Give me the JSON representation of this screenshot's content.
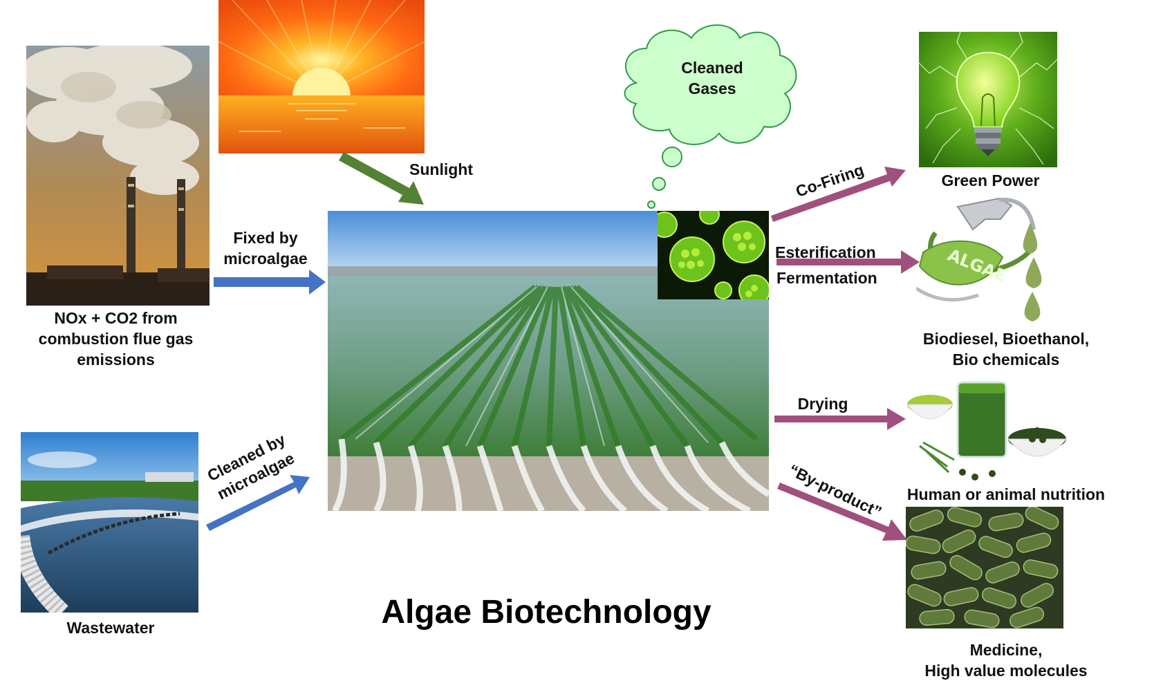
{
  "title": "Algae Biotechnology",
  "inputs": {
    "flue_gas": "NOx + CO2 from\ncombustion flue gas\nemissions",
    "fixed": "Fixed by\nmicroalgae",
    "sunlight": "Sunlight",
    "cleaned_gases": "Cleaned\nGases",
    "wastewater": "Wastewater",
    "cleaned": "Cleaned by\nmicroalgae"
  },
  "processes": {
    "co_firing": "Co-Firing",
    "esterification": "Esterification",
    "fermentation": "Fermentation",
    "drying": "Drying",
    "by_product": "“By-product”"
  },
  "outputs": {
    "green_power": "Green Power",
    "algae_logo": "ALGAE",
    "biofuels": "Biodiesel, Bioethanol,\nBio chemicals",
    "nutrition": "Human or animal nutrition",
    "medicine": "Medicine,\nHigh value molecules"
  },
  "colors": {
    "blue_arrow": "#4472c4",
    "green_arrow": "#548235",
    "purple_arrow": "#a0507d",
    "cloud_fill": "#ccffcc",
    "cloud_stroke": "#2e9a4a"
  }
}
